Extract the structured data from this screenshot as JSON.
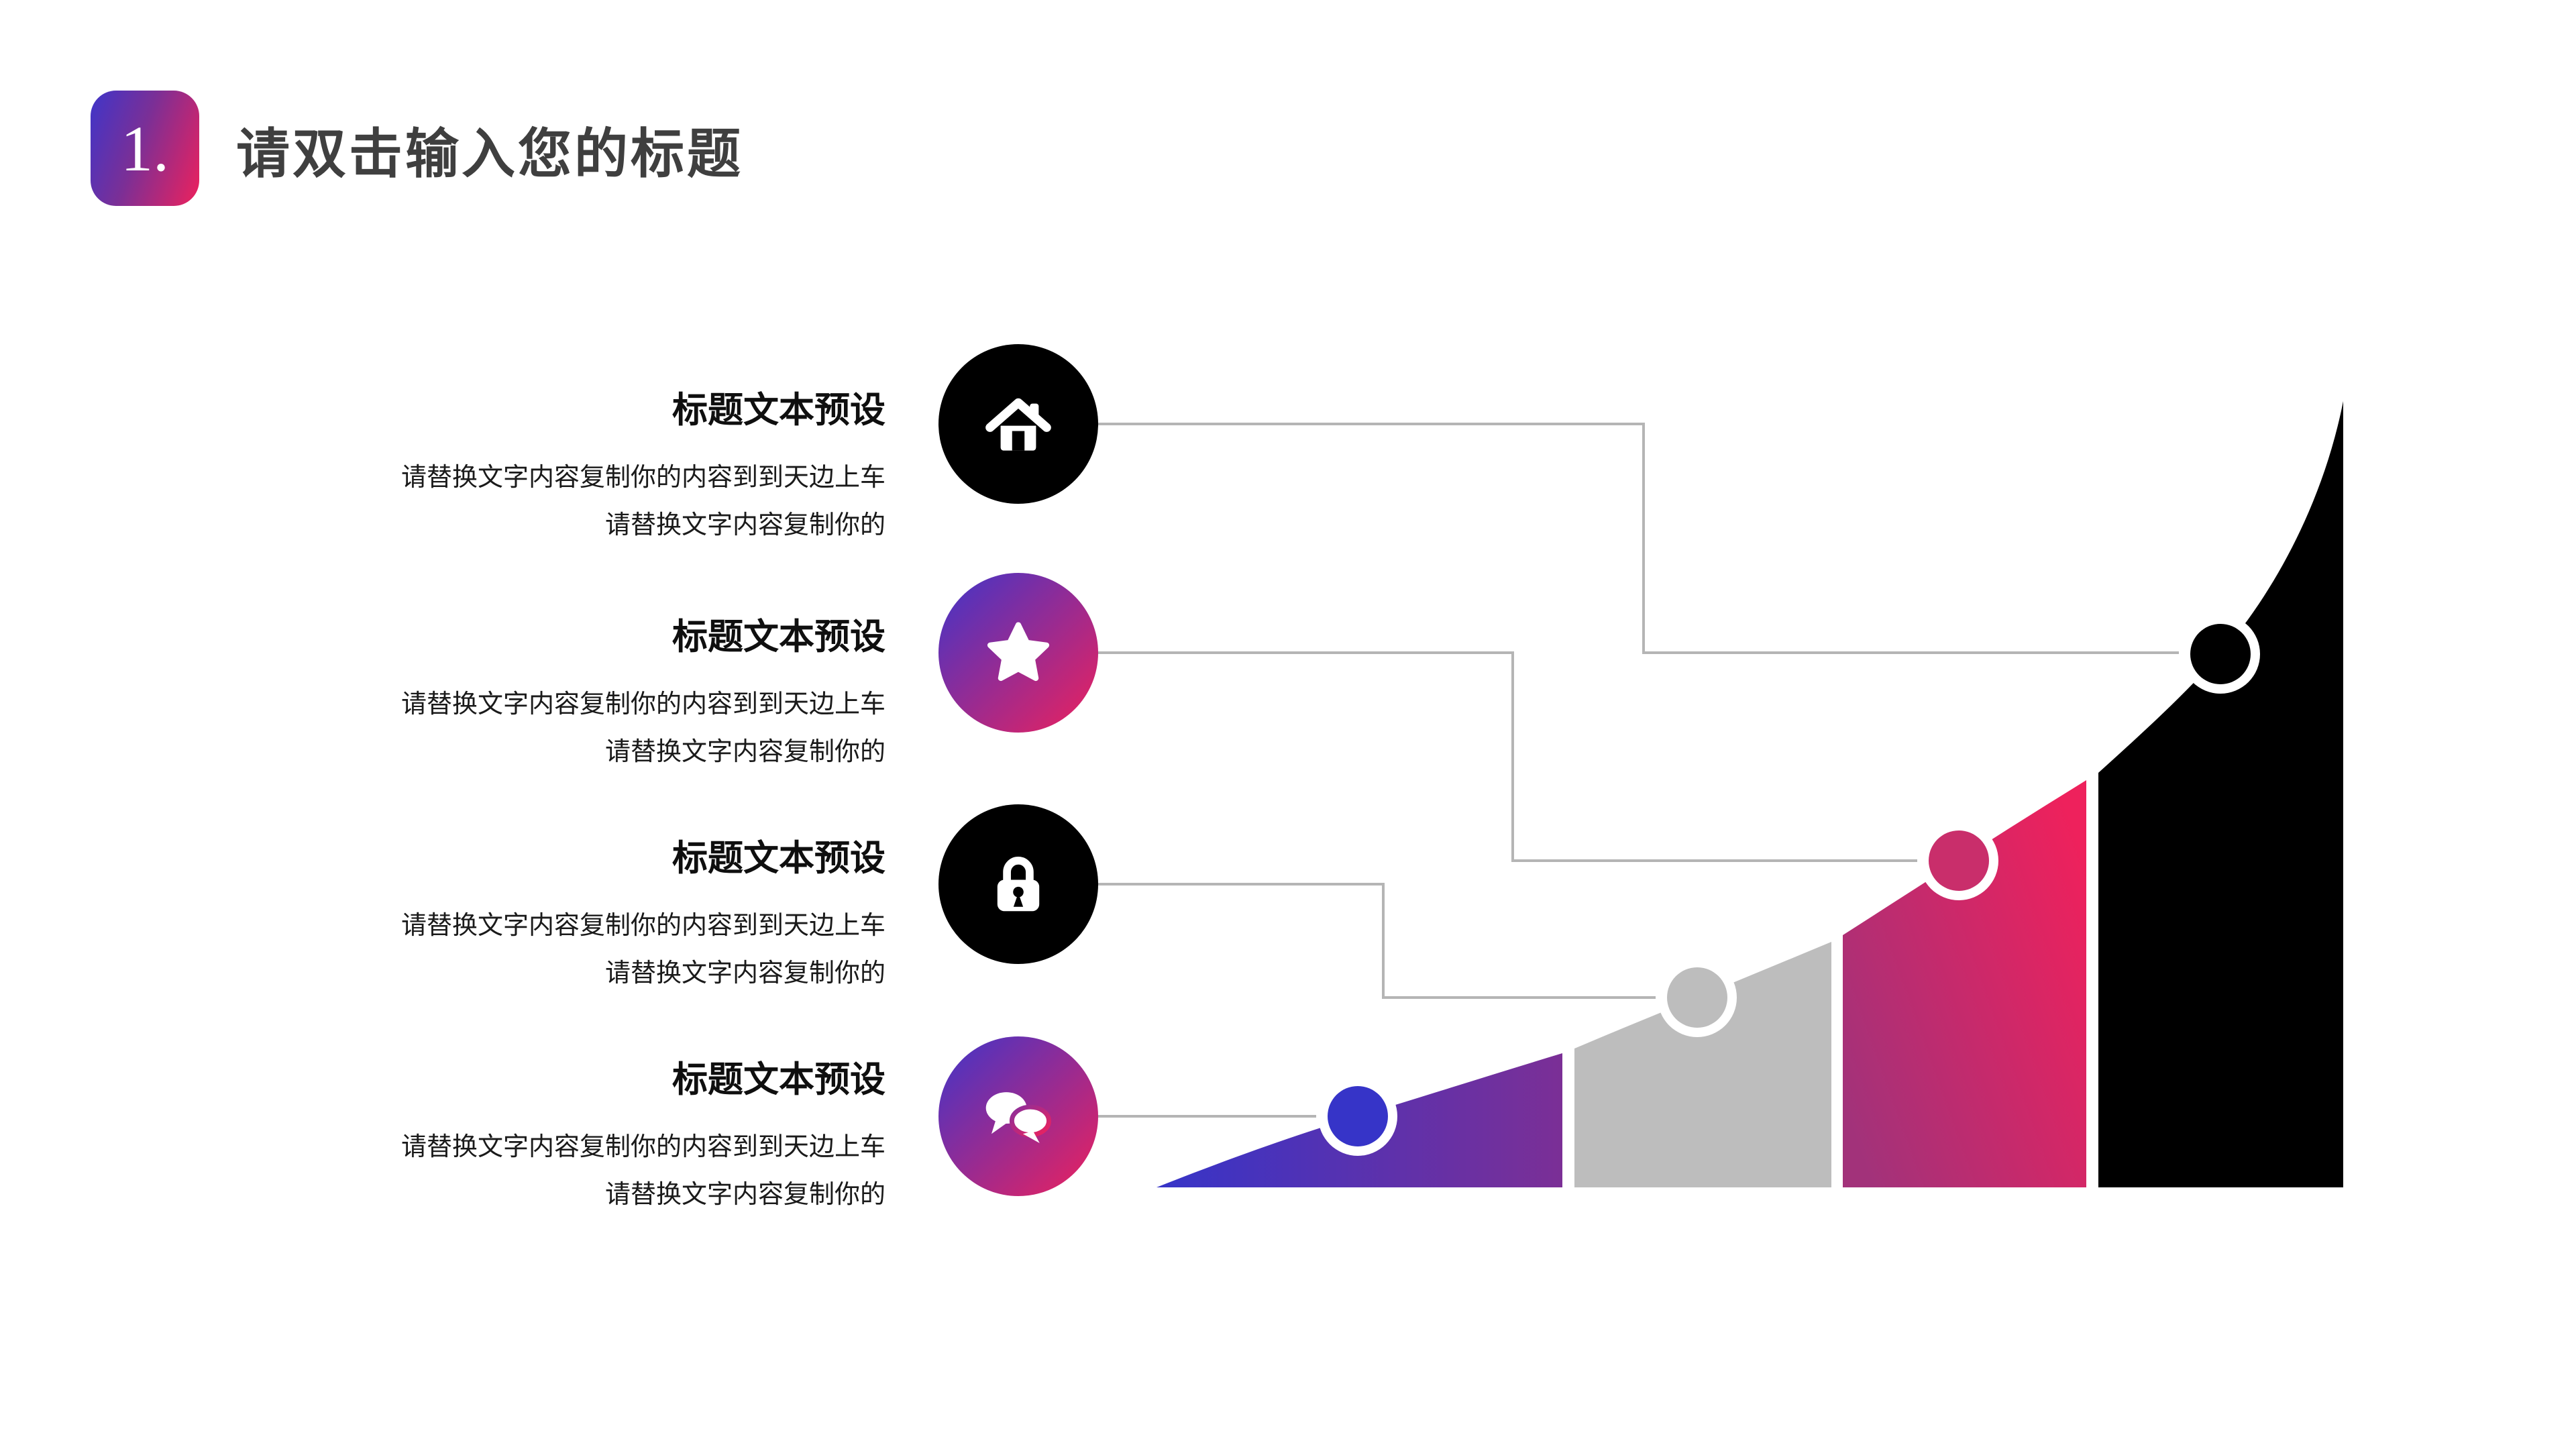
{
  "header": {
    "slide_number": "1.",
    "title": "请双击输入您的标题"
  },
  "sections": [
    {
      "icon": "home-icon",
      "title": "标题文本预设",
      "body_line1": "请替换文字内容复制你的内容到到天边上车",
      "body_line2": "请替换文字内容复制你的"
    },
    {
      "icon": "star-icon",
      "title": "标题文本预设",
      "body_line1": "请替换文字内容复制你的内容到到天边上车",
      "body_line2": "请替换文字内容复制你的"
    },
    {
      "icon": "lock-icon",
      "title": "标题文本预设",
      "body_line1": "请替换文字内容复制你的内容到到天边上车",
      "body_line2": "请替换文字内容复制你的"
    },
    {
      "icon": "chat-icon",
      "title": "标题文本预设",
      "body_line1": "请替换文字内容复制你的内容到到天边上车",
      "body_line2": "请替换文字内容复制你的"
    }
  ],
  "colors": {
    "accent_blue": "#3f35c9",
    "accent_pink": "#ee215c",
    "deep_blue": "#3634c8",
    "purple": "#7b2f96",
    "magenta_dark": "#a2327a",
    "pink_dot": "#c92e6b",
    "gray": "#bdbdbd",
    "black": "#000000",
    "connector": "#b5b5b5",
    "white": "#ffffff"
  },
  "chart_data": {
    "type": "area",
    "title": "",
    "categories": [
      "标题文本预设",
      "标题文本预设",
      "标题文本预设",
      "标题文本预设"
    ],
    "values": [
      0.17,
      0.31,
      0.52,
      1.0
    ],
    "series_note": "Four-stage growth mountain; each stage is a vertical slice under one rising concave curve, separated by thin white gaps, with a ring marker on the curve per stage.",
    "stage_colors": [
      "gradient #3634c8→#7b2f96",
      "#bdbdbd",
      "gradient #a2327a→#ee215c",
      "#000000"
    ],
    "markers_on_curve": 4,
    "xlabel": "",
    "ylabel": "",
    "grid": "off",
    "legend": "none"
  }
}
